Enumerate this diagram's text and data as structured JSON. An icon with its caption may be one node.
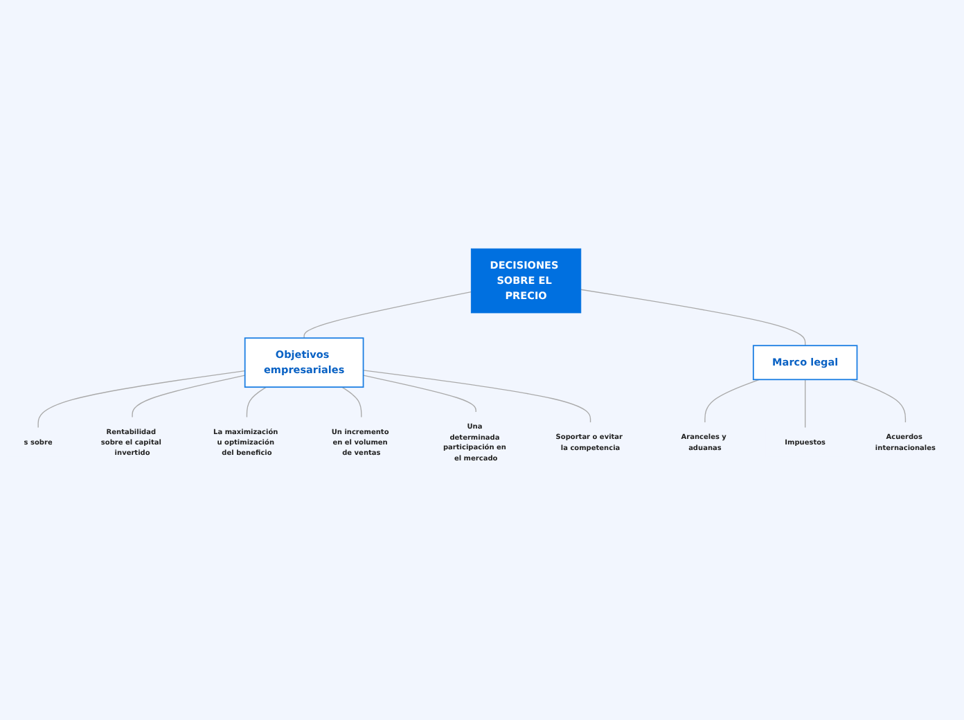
{
  "diagram": {
    "nodes": [
      {
        "text": [
          "DECISIONES SOBRE EL PRECIO"
        ]
      },
      {
        "text": [
          "Objetivos empresariales"
        ]
      },
      {
        "text": [
          "Marco legal"
        ]
      },
      {
        "text": [
          "s sobre"
        ]
      },
      {
        "text": [
          "Rentabilidad sobre el capital invertido"
        ]
      },
      {
        "text": [
          "La maximización u optimización del beneficio"
        ]
      },
      {
        "text": [
          "Un incremento en el volumen de ventas"
        ]
      },
      {
        "text": [
          "Una determinada participación en el mercado"
        ]
      },
      {
        "text": [
          "Soportar o evitar la competencia"
        ]
      },
      {
        "text": [
          "Aranceles y aduanas"
        ]
      },
      {
        "text": [
          "Impuestos"
        ]
      },
      {
        "text": [
          "Acuerdos internacionales"
        ]
      }
    ],
    "edges": [
      {
        "from": 0,
        "to": 1,
        "arrow": "none"
      },
      {
        "from": 0,
        "to": 2,
        "arrow": "none"
      },
      {
        "from": 1,
        "to": 3,
        "arrow": "none"
      },
      {
        "from": 1,
        "to": 4,
        "arrow": "none"
      },
      {
        "from": 1,
        "to": 5,
        "arrow": "none"
      },
      {
        "from": 1,
        "to": 6,
        "arrow": "none"
      },
      {
        "from": 1,
        "to": 7,
        "arrow": "none"
      },
      {
        "from": 1,
        "to": 8,
        "arrow": "none"
      },
      {
        "from": 2,
        "to": 9,
        "arrow": "none"
      },
      {
        "from": 2,
        "to": 10,
        "arrow": "none"
      },
      {
        "from": 2,
        "to": 11,
        "arrow": "none"
      }
    ]
  }
}
